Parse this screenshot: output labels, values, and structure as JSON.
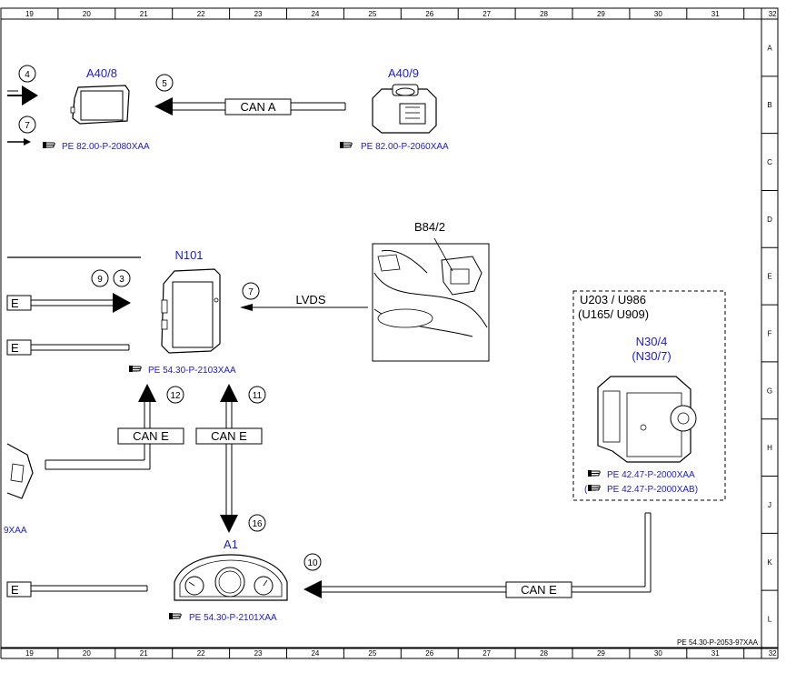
{
  "grid": {
    "columns": [
      "19",
      "20",
      "21",
      "22",
      "23",
      "24",
      "25",
      "26",
      "27",
      "28",
      "29",
      "30",
      "31",
      "32"
    ],
    "rows": [
      "A",
      "B",
      "C",
      "D",
      "E",
      "F",
      "G",
      "H",
      "J",
      "K",
      "L"
    ]
  },
  "components": {
    "a40_8": "A40/8",
    "a40_9": "A40/9",
    "n101": "N101",
    "b84_2": "B84/2",
    "a1": "A1",
    "n30_4": "N30/4",
    "n30_7": "(N30/7)",
    "variant_line1": "U203 / U986",
    "variant_line2": "(U165/ U909)"
  },
  "buses": {
    "can_a": "CAN A",
    "lvds": "LVDS",
    "can_e_left": "CAN E",
    "can_e_right": "CAN E",
    "can_e_bottom": "CAN E",
    "e1": "E",
    "e2": "E",
    "e3": "E",
    "left_partial": "9XAA"
  },
  "refs": {
    "a40_8": "PE 82.00-P-2080XAA",
    "a40_9": "PE 82.00-P-2060XAA",
    "n101": "PE 54.30-P-2103XAA",
    "a1": "PE 54.30-P-2101XAA",
    "n30_a": "PE 42.47-P-2000XAA",
    "n30_b": "PE 42.47-P-2000XAB)"
  },
  "circles": {
    "c4": "4",
    "c7a": "7",
    "c5": "5",
    "c9": "9",
    "c3": "3",
    "c7b": "7",
    "c12": "12",
    "c11": "11",
    "c16": "16",
    "c10": "10"
  },
  "footer": {
    "doc_id": "PE 54.30-P-2053-97XAA"
  }
}
